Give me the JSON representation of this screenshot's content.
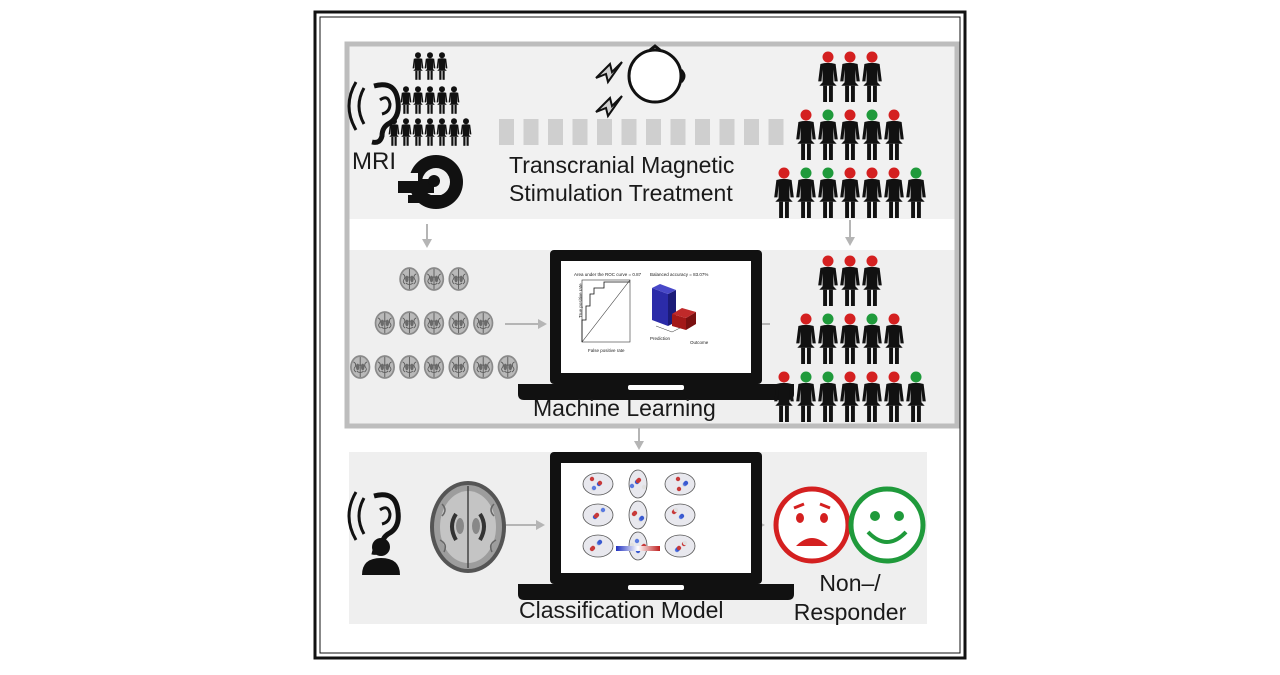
{
  "labels": {
    "mri": "MRI",
    "tms_line1": "Transcranial Magnetic",
    "tms_line2": "Stimulation Treatment",
    "machine_learning": "Machine Learning",
    "classification_model": "Classification Model",
    "outcome_line1": "Non–/",
    "outcome_line2": "Responder"
  },
  "colors": {
    "frame": "#111111",
    "panel_border": "#bdbdbd",
    "panel_fill": "#efefef",
    "non_responder": "#d42020",
    "responder": "#1f9a3b",
    "arrow": "#b5b5b5",
    "bar_blue": "#2b2ba8",
    "bar_red": "#a31818"
  },
  "icons": [
    "ear-sound-icon",
    "crowd-icon",
    "mri-scanner-icon",
    "tms-head-icon",
    "lightning-icon",
    "brain-scan-icon",
    "laptop-icon",
    "person-icon",
    "sad-face-icon",
    "happy-face-icon"
  ]
}
